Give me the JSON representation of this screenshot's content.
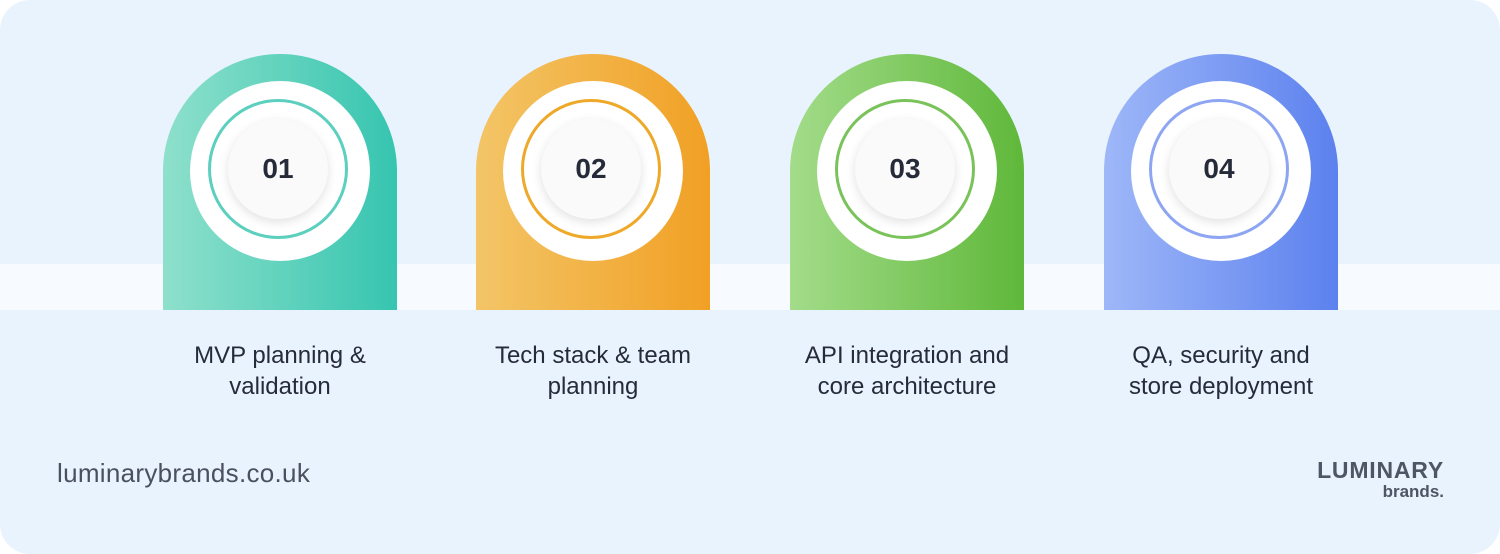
{
  "steps": [
    {
      "number": "01",
      "label_line1": "MVP planning &",
      "label_line2": "validation",
      "color_start": "#8ee0cb",
      "color_end": "#36c5b0"
    },
    {
      "number": "02",
      "label_line1": "Tech stack & team",
      "label_line2": "planning",
      "color_start": "#f3c567",
      "color_end": "#f1a024"
    },
    {
      "number": "03",
      "label_line1": "API integration and",
      "label_line2": "core architecture",
      "color_start": "#a3dc8a",
      "color_end": "#5fb83a"
    },
    {
      "number": "04",
      "label_line1": "QA, security and",
      "label_line2": "store deployment",
      "color_start": "#9eb7f8",
      "color_end": "#5c81ee"
    }
  ],
  "footer": {
    "url": "luminarybrands.co.uk",
    "logo_line1": "LUMINARY",
    "logo_line2": "brands."
  }
}
